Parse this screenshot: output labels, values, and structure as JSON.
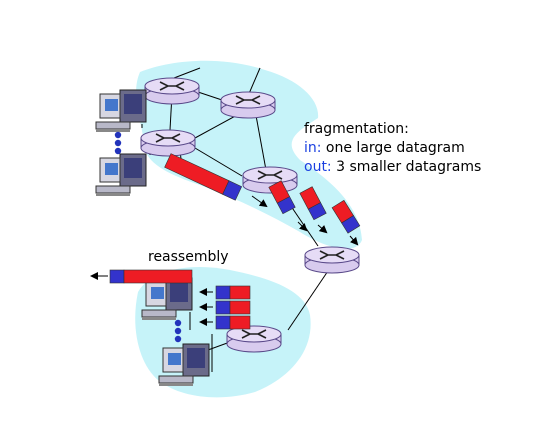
{
  "annotation": {
    "title": "fragmentation:",
    "in_keyword": "in:",
    "in_text": " one large datagram",
    "out_keyword": "out:",
    "out_text": " 3 smaller datagrams"
  },
  "reassembly_label": "reassembly",
  "colors": {
    "cloud": "#c6f3f9",
    "router_fill": "#d8cbee",
    "router_stroke": "#5a4a8a",
    "fragment_header": "#3333cc",
    "fragment_payload": "#ee1c24",
    "keyword": "#1a3fe0",
    "link": "#000000"
  },
  "icons": {
    "router": "router-icon",
    "host": "workstation-icon",
    "ellipsis": "vertical-ellipsis-icon"
  }
}
